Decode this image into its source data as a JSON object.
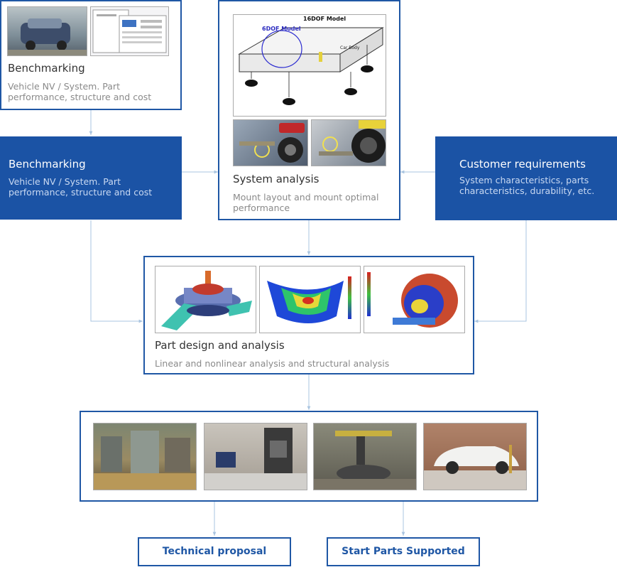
{
  "boxes": {
    "benchmarking_top": {
      "title": "Benchmarking",
      "desc": "Vehicle NV / System. Part performance, structure and cost"
    },
    "benchmarking_solid": {
      "title": "Benchmarking",
      "desc": "Vehicle NV / System. Part performance, structure and cost"
    },
    "system_analysis": {
      "title": "System analysis",
      "desc": "Mount layout and mount optimal performance",
      "model_title": "16DOF Model",
      "submodel_title": "6DOF Model",
      "car_body_label": "Car Body"
    },
    "customer_requirements": {
      "title": "Customer requirements",
      "desc": "System characteristics, parts characteristics, durability, etc."
    },
    "part_design": {
      "title": "Part design and analysis",
      "desc": "Linear and nonlinear analysis and structural analysis"
    }
  },
  "results": {
    "technical_proposal": "Technical proposal",
    "start_parts": "Start Parts Supported"
  },
  "colors": {
    "brand_blue": "#1b53a5",
    "outline_blue": "#1f57a5",
    "connector": "#a9c4e0"
  }
}
